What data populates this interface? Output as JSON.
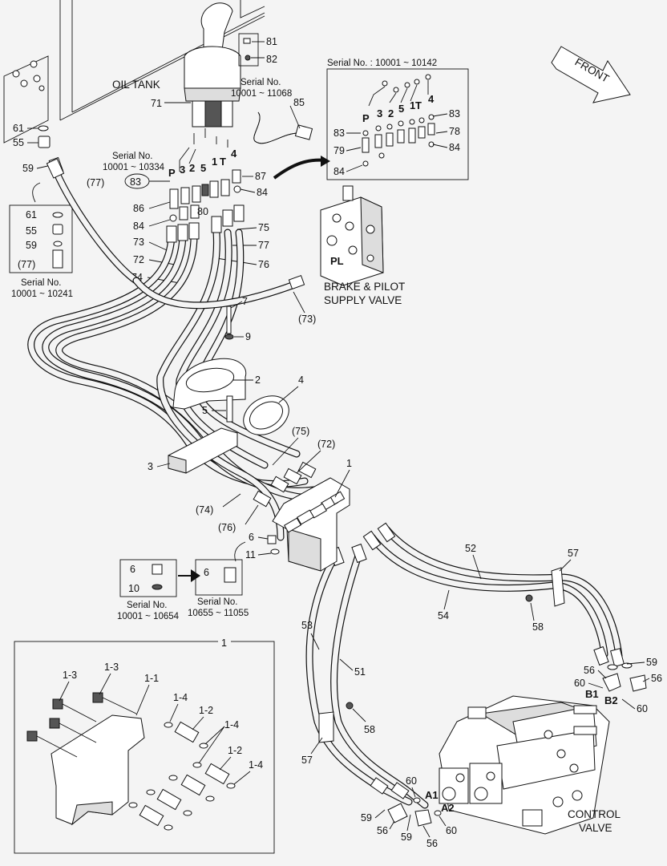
{
  "labels": {
    "oil_tank": "OIL TANK",
    "front": "FRONT",
    "brake_pilot_line1": "BRAKE & PILOT",
    "brake_pilot_line2": "SUPPLY VALVE",
    "control_valve_line1": "CONTROL",
    "control_valve_line2": "VALVE"
  },
  "serials": {
    "s_header": "Serial No.",
    "s_11068": "10001 ~ 11068",
    "s_10334": "10001 ~ 10334",
    "s_10142": "Serial No. : 10001 ~ 10142",
    "s_10241": "10001 ~ 10241",
    "s_10654": "10001 ~ 10654",
    "s_11055": "10655 ~ 11055"
  },
  "ports": {
    "P": "P",
    "p3": "3",
    "p2": "2",
    "p5": "5",
    "p1": "1",
    "T": "T",
    "p4": "4",
    "PL": "PL",
    "A1": "A1",
    "A2": "A2",
    "B1": "B1",
    "B2": "B2"
  },
  "callouts": {
    "c81": "81",
    "c82": "82",
    "c71": "71",
    "c85": "85",
    "c61": "61",
    "c55": "55",
    "c59": "59",
    "c77p": "(77)",
    "c87": "87",
    "c83c": "83",
    "c84": "84",
    "c86": "86",
    "c80": "80",
    "c73": "73",
    "c72": "72",
    "c74": "74",
    "c75": "75",
    "c77": "77",
    "c76": "76",
    "c73p": "(73)",
    "c7": "7",
    "c9": "9",
    "c2": "2",
    "c4": "4",
    "c5": "5",
    "c3": "3",
    "c75p": "(75)",
    "c72p": "(72)",
    "c1": "1",
    "c74p": "(74)",
    "c76p": "(76)",
    "c6": "6",
    "c11": "11",
    "c10": "10",
    "c52": "52",
    "c57": "57",
    "c54": "54",
    "c58": "58",
    "c53": "53",
    "c51": "51",
    "c56": "56",
    "c60": "60",
    "c1_1": "1-1",
    "c1_2": "1-2",
    "c1_3": "1-3",
    "c1_4": "1-4",
    "c83": "83",
    "c78": "78",
    "c79": "79"
  }
}
